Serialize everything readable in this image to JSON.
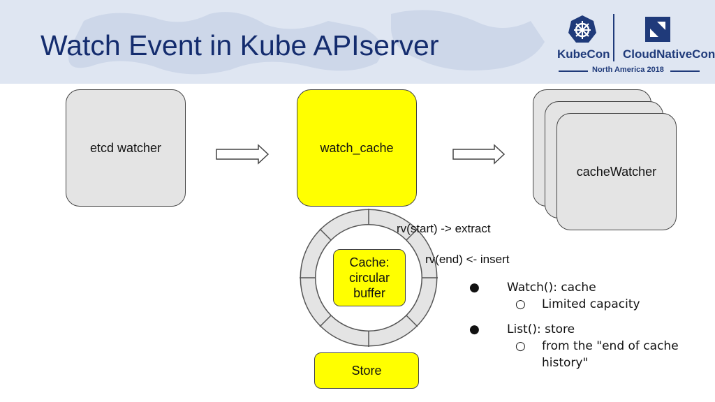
{
  "title": "Watch Event in Kube APIserver",
  "logo": {
    "left_text": "KubeCon",
    "right_text": "CloudNativeCon",
    "subtitle": "North America 2018",
    "left_icon": "helm-wheel-icon",
    "right_icon": "cncf-icon"
  },
  "boxes": {
    "etcd_watcher": "etcd watcher",
    "watch_cache": "watch_cache",
    "cache_watcher": "cacheWatcher",
    "cache_buffer": "Cache:\ncircular\nbuffer",
    "store": "Store"
  },
  "labels": {
    "rv_start": "rv(start) -> extract",
    "rv_end": "rv(end) <- insert"
  },
  "bullets": [
    {
      "text": "Watch(): cache",
      "sub": [
        "Limited capacity"
      ]
    },
    {
      "text": "List(): store",
      "sub": [
        "from the \"end of cache",
        "history\""
      ]
    }
  ],
  "glyphs": {
    "bullet": "●",
    "sub_bullet": "○"
  },
  "colors": {
    "title": "#142c6e",
    "highlight": "#ffff00",
    "box_gray": "#e4e4e4",
    "header_bg": "#dfe6f2"
  }
}
